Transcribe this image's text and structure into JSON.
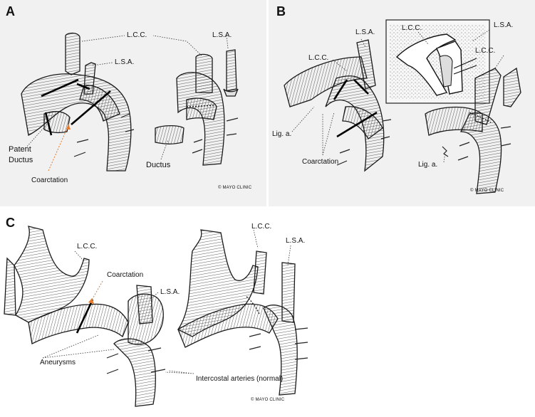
{
  "panels": [
    {
      "id": "A",
      "labels": {
        "lcc": "L.C.C.",
        "lsa_left": "L.S.A.",
        "lsa_right": "L.S.A.",
        "patent_ductus": "Patent\nDuctus",
        "coarctation": "Coarctation",
        "ductus": "Ductus"
      },
      "copyright": "© MAYO CLINIC"
    },
    {
      "id": "B",
      "labels": {
        "lsa_left": "L.S.A.",
        "lcc_left": "L.C.C.",
        "inset_lcc": "L.C.C.",
        "lsa_right": "L.S.A.",
        "lcc_right": "L.C.C.",
        "lig_a_left": "Lig. a.",
        "coarctation": "Coarctation",
        "lig_a_right": "Lig. a."
      },
      "copyright": "© MAYO CLINIC"
    },
    {
      "id": "C",
      "labels": {
        "lcc_left": "L.C.C.",
        "coarctation": "Coarctation",
        "lsa_left": "L.S.A.",
        "aneurysms": "Aneurysms",
        "lcc_right": "L.C.C.",
        "lsa_right": "L.S.A.",
        "intercostal": "Intercostal arteries (normal)"
      },
      "copyright": "© MAYO CLINIC"
    }
  ]
}
